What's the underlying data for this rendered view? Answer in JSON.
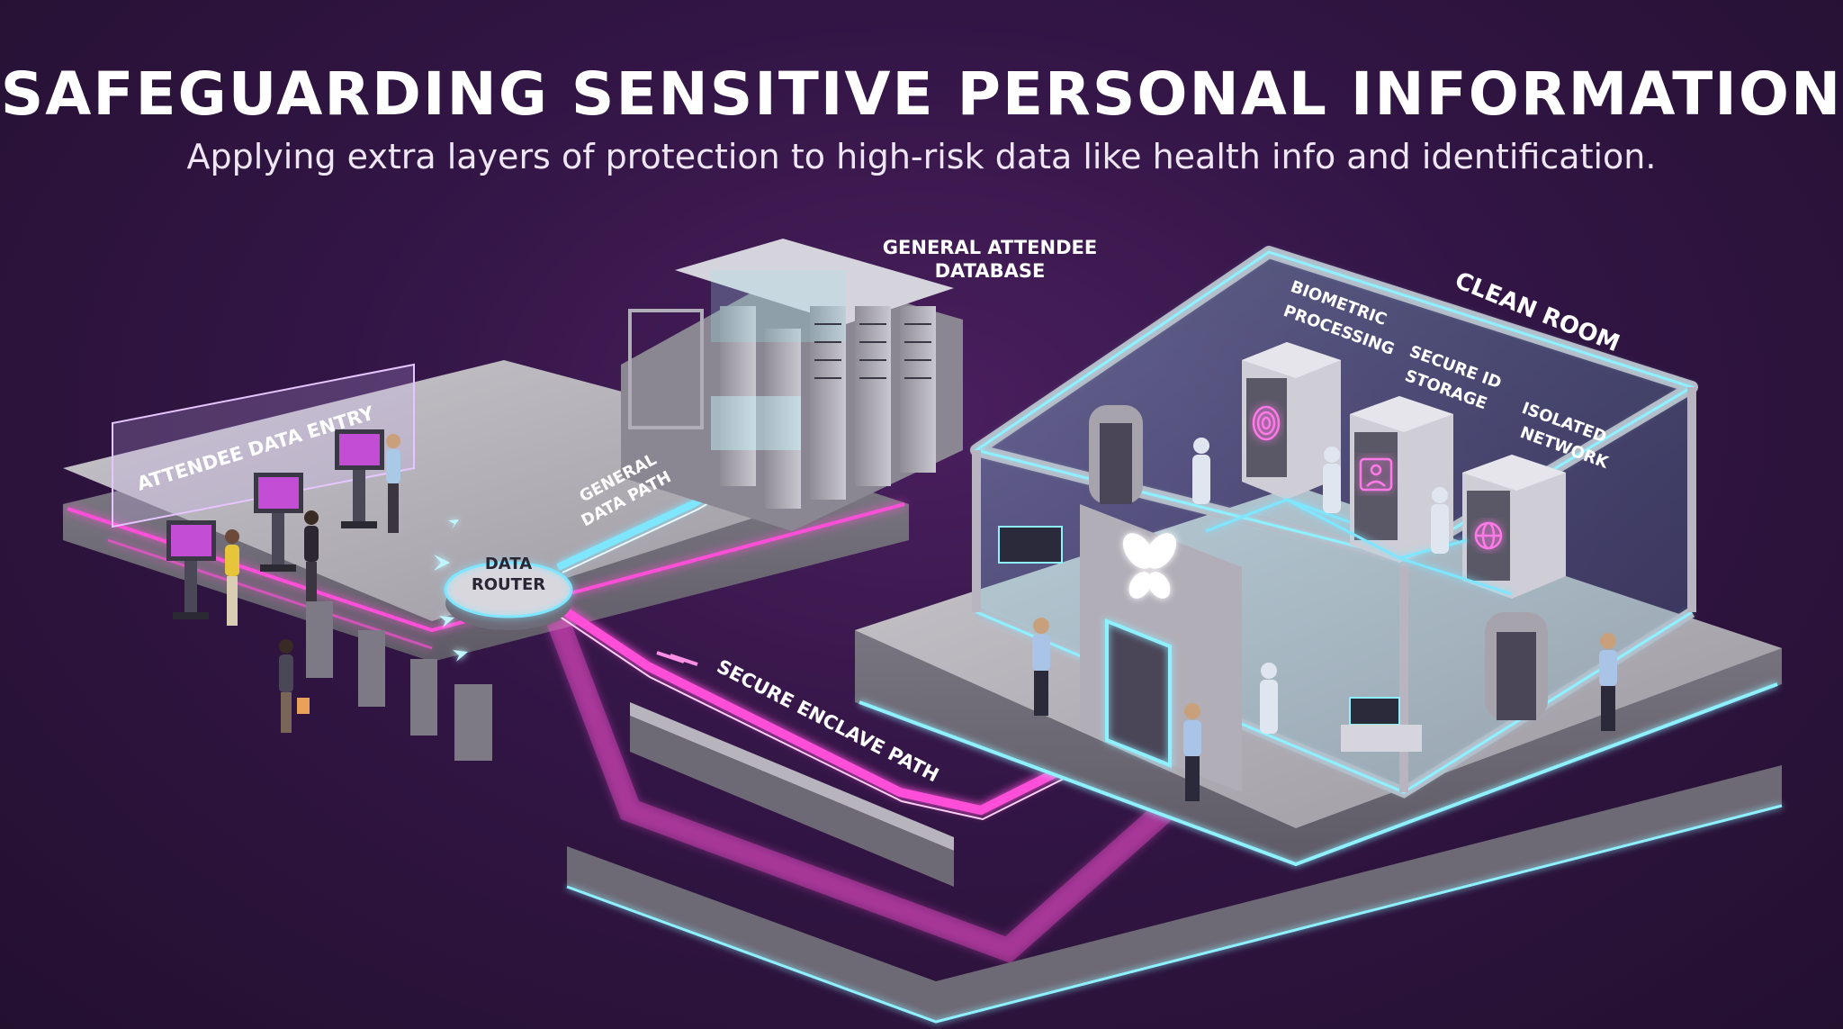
{
  "header": {
    "title": "SAFEGUARDING SENSITIVE PERSONAL INFORMATION",
    "subtitle": "Applying extra layers of protection to high-risk data like health info and identification."
  },
  "labels": {
    "attendee_data_entry": "ATTENDEE DATA ENTRY",
    "general_db_line1": "GENERAL ATTENDEE",
    "general_db_line2": "DATABASE",
    "general_path_line1": "GENERAL",
    "general_path_line2": "DATA PATH",
    "router_line1": "DATA",
    "router_line2": "ROUTER",
    "secure_enclave_path": "SECURE ENCLAVE PATH",
    "clean_room": "CLEAN ROOM",
    "biometric_line1": "BIOMETRIC",
    "biometric_line2": "PROCESSING",
    "secure_id_line1": "SECURE ID",
    "secure_id_line2": "STORAGE",
    "isolated_line1": "ISOLATED",
    "isolated_line2": "NETWORK"
  },
  "icons": [
    "fingerprint-icon",
    "face-id-icon",
    "globe-network-icon",
    "butterfly-logo-icon"
  ],
  "colors": {
    "background": "#321545",
    "secure_path": "#ff4fd8",
    "general_path": "#7fe6ff",
    "glass_glow": "#8ff0ff"
  }
}
